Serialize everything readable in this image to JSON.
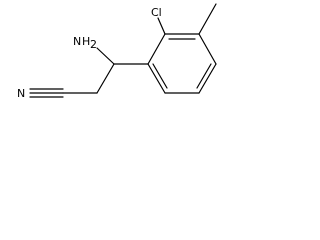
{
  "molecule": {
    "labels": {
      "amine": "NH2",
      "amine_main": "H",
      "amine_n": "N",
      "amine_sub": "2",
      "chlorine": "Cl",
      "nitrile_n": "N"
    },
    "colors": {
      "bond": "#000000",
      "text": "#000000",
      "background": "#ffffff"
    }
  }
}
